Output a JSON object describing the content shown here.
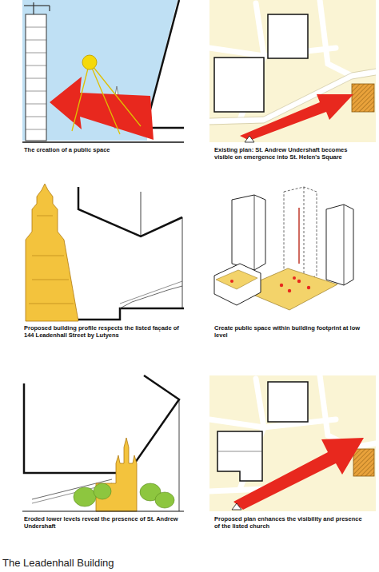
{
  "diagram": {
    "caption": "The Leadenhall Building",
    "labels": [
      "The creation of a public space",
      "Existing plan: St. Andrew Undershaft becomes visible on emergence into St. Helen's Square",
      "Proposed building profile respects the listed façade of 144 Leadenhall Street by Lutyens",
      "Create public space within building footprint at low level",
      "Eroded lower levels reveal the presence of St. Andrew Undershaft",
      "Proposed plan enhances the visibility and presence of the listed church"
    ]
  }
}
